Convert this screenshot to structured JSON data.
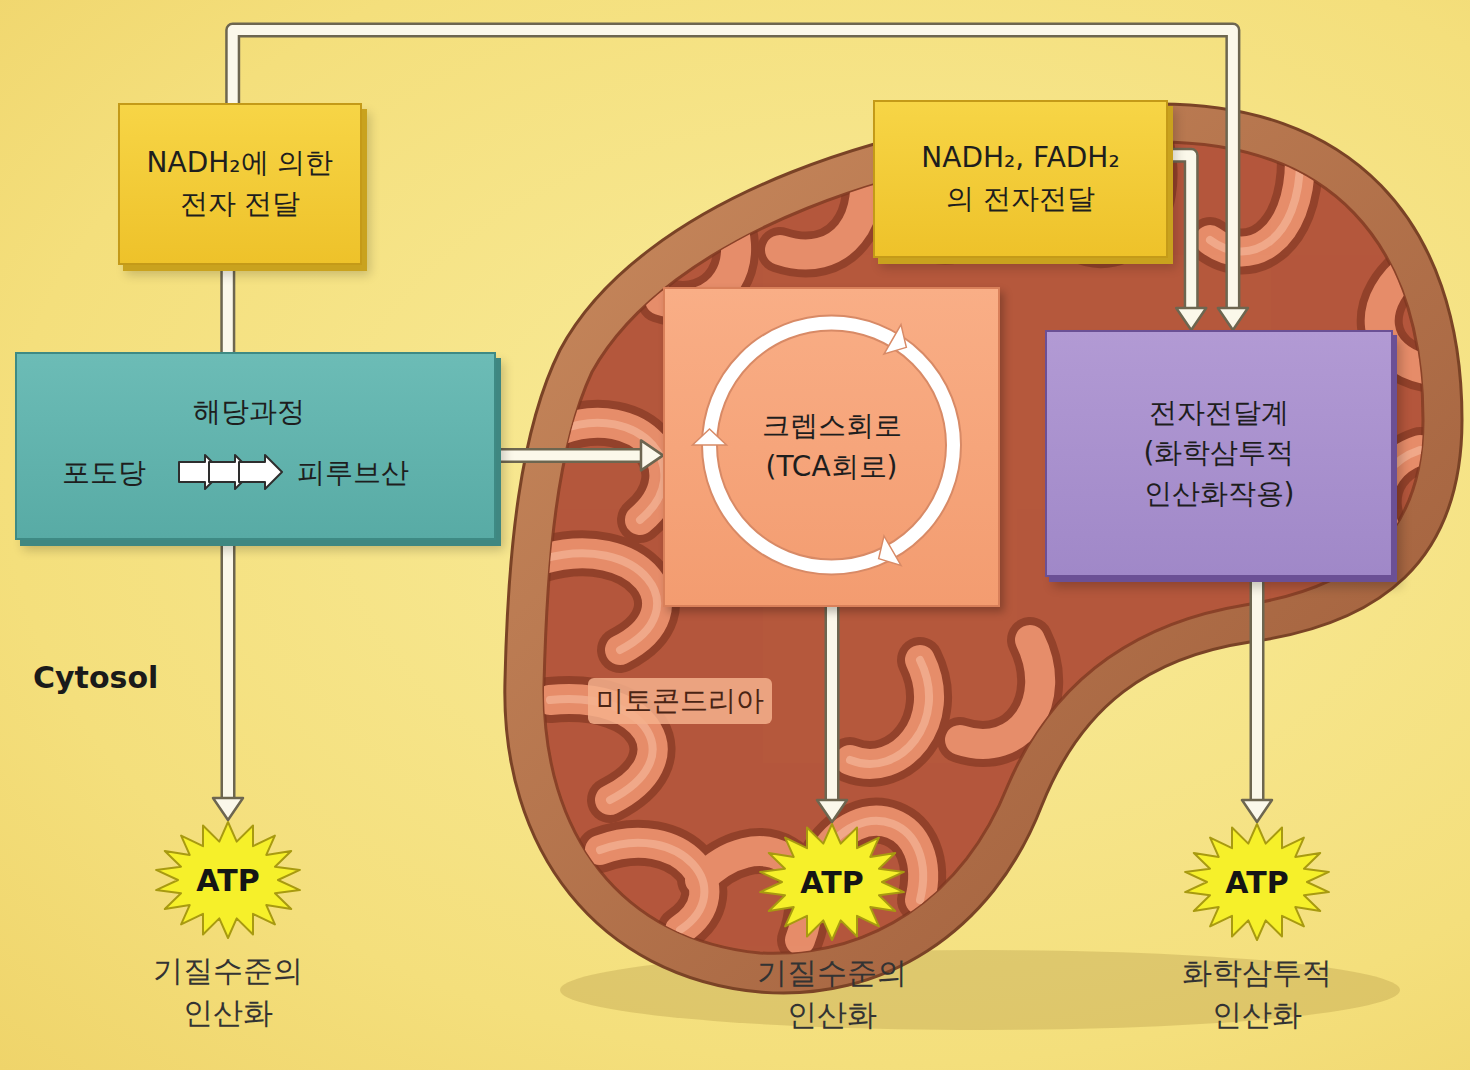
{
  "diagram": {
    "nodes": [
      {
        "text": [
          "NADH₂에 의한 전자 전달"
        ]
      },
      {
        "text": [
          "NADH₂, FADH₂ 의 전자전달"
        ]
      },
      {
        "text": [
          "해당과정",
          "포도당",
          "피루브산"
        ]
      },
      {
        "text": [
          "크렙스회로 (TCA회로)"
        ]
      },
      {
        "text": [
          "전자전달계 (화학삼투적 인산화작용)"
        ]
      },
      {
        "text": [
          "ATP",
          "기질수준의 인산화"
        ]
      },
      {
        "text": [
          "ATP",
          "기질수준의 인산화"
        ]
      },
      {
        "text": [
          "ATP",
          "화학삼투적 인산화"
        ]
      }
    ],
    "edges": [
      {
        "from": 0,
        "to": 4,
        "arrow": "to"
      },
      {
        "from": 0,
        "to": 2,
        "arrow": "none"
      },
      {
        "from": 1,
        "to": 4,
        "arrow": "to"
      },
      {
        "from": 2,
        "to": 3,
        "arrow": "to"
      },
      {
        "from": 2,
        "to": 5,
        "arrow": "to"
      },
      {
        "from": 3,
        "to": 6,
        "arrow": "to"
      },
      {
        "from": 4,
        "to": 7,
        "arrow": "to"
      }
    ],
    "labels": [
      "Cytosol",
      "미토콘드리아"
    ]
  }
}
